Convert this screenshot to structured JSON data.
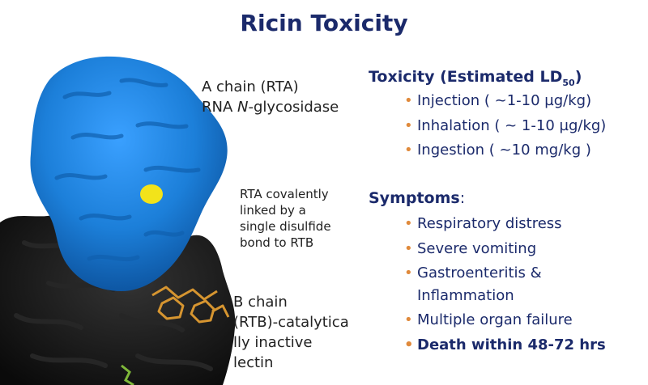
{
  "slide": {
    "title": "Ricin Toxicity"
  },
  "labels": {
    "a_chain_line1": "A chain (RTA)",
    "a_chain_line2_pre": "RNA ",
    "a_chain_line2_italic": "N",
    "a_chain_line2_post": "-glycosidase",
    "link_line1": "RTA covalently",
    "link_line2": "linked by a",
    "link_line3": "single disulfide",
    "link_line4": "bond to RTB",
    "b_chain_line1": "B chain",
    "b_chain_line2": "(RTB)-catalytica",
    "b_chain_line3": "lly inactive",
    "b_chain_line4": "lectin"
  },
  "toxicity": {
    "heading": "Toxicity (Estimated LD",
    "heading_sub": "50",
    "heading_close": ")",
    "items": [
      "Injection ( ~1-10 µg/kg)",
      "Inhalation ( ~ 1-10 µg/kg)",
      "Ingestion ( ~10 mg/kg )"
    ]
  },
  "symptoms": {
    "heading": "Symptoms",
    "colon": ":",
    "items": [
      "Respiratory distress",
      "Severe vomiting",
      "Gastroenteritis &",
      "Inflammation",
      "Multiple organ failure",
      "Death within 48-72 hrs"
    ]
  },
  "colors": {
    "title_navy": "#1b2a6b",
    "bullet_orange": "#e08a3c",
    "protein_blue": "#1c7fd9",
    "protein_black": "#141414",
    "disulfide_yellow": "#f2e31a",
    "sugar_orange": "#d69530"
  }
}
